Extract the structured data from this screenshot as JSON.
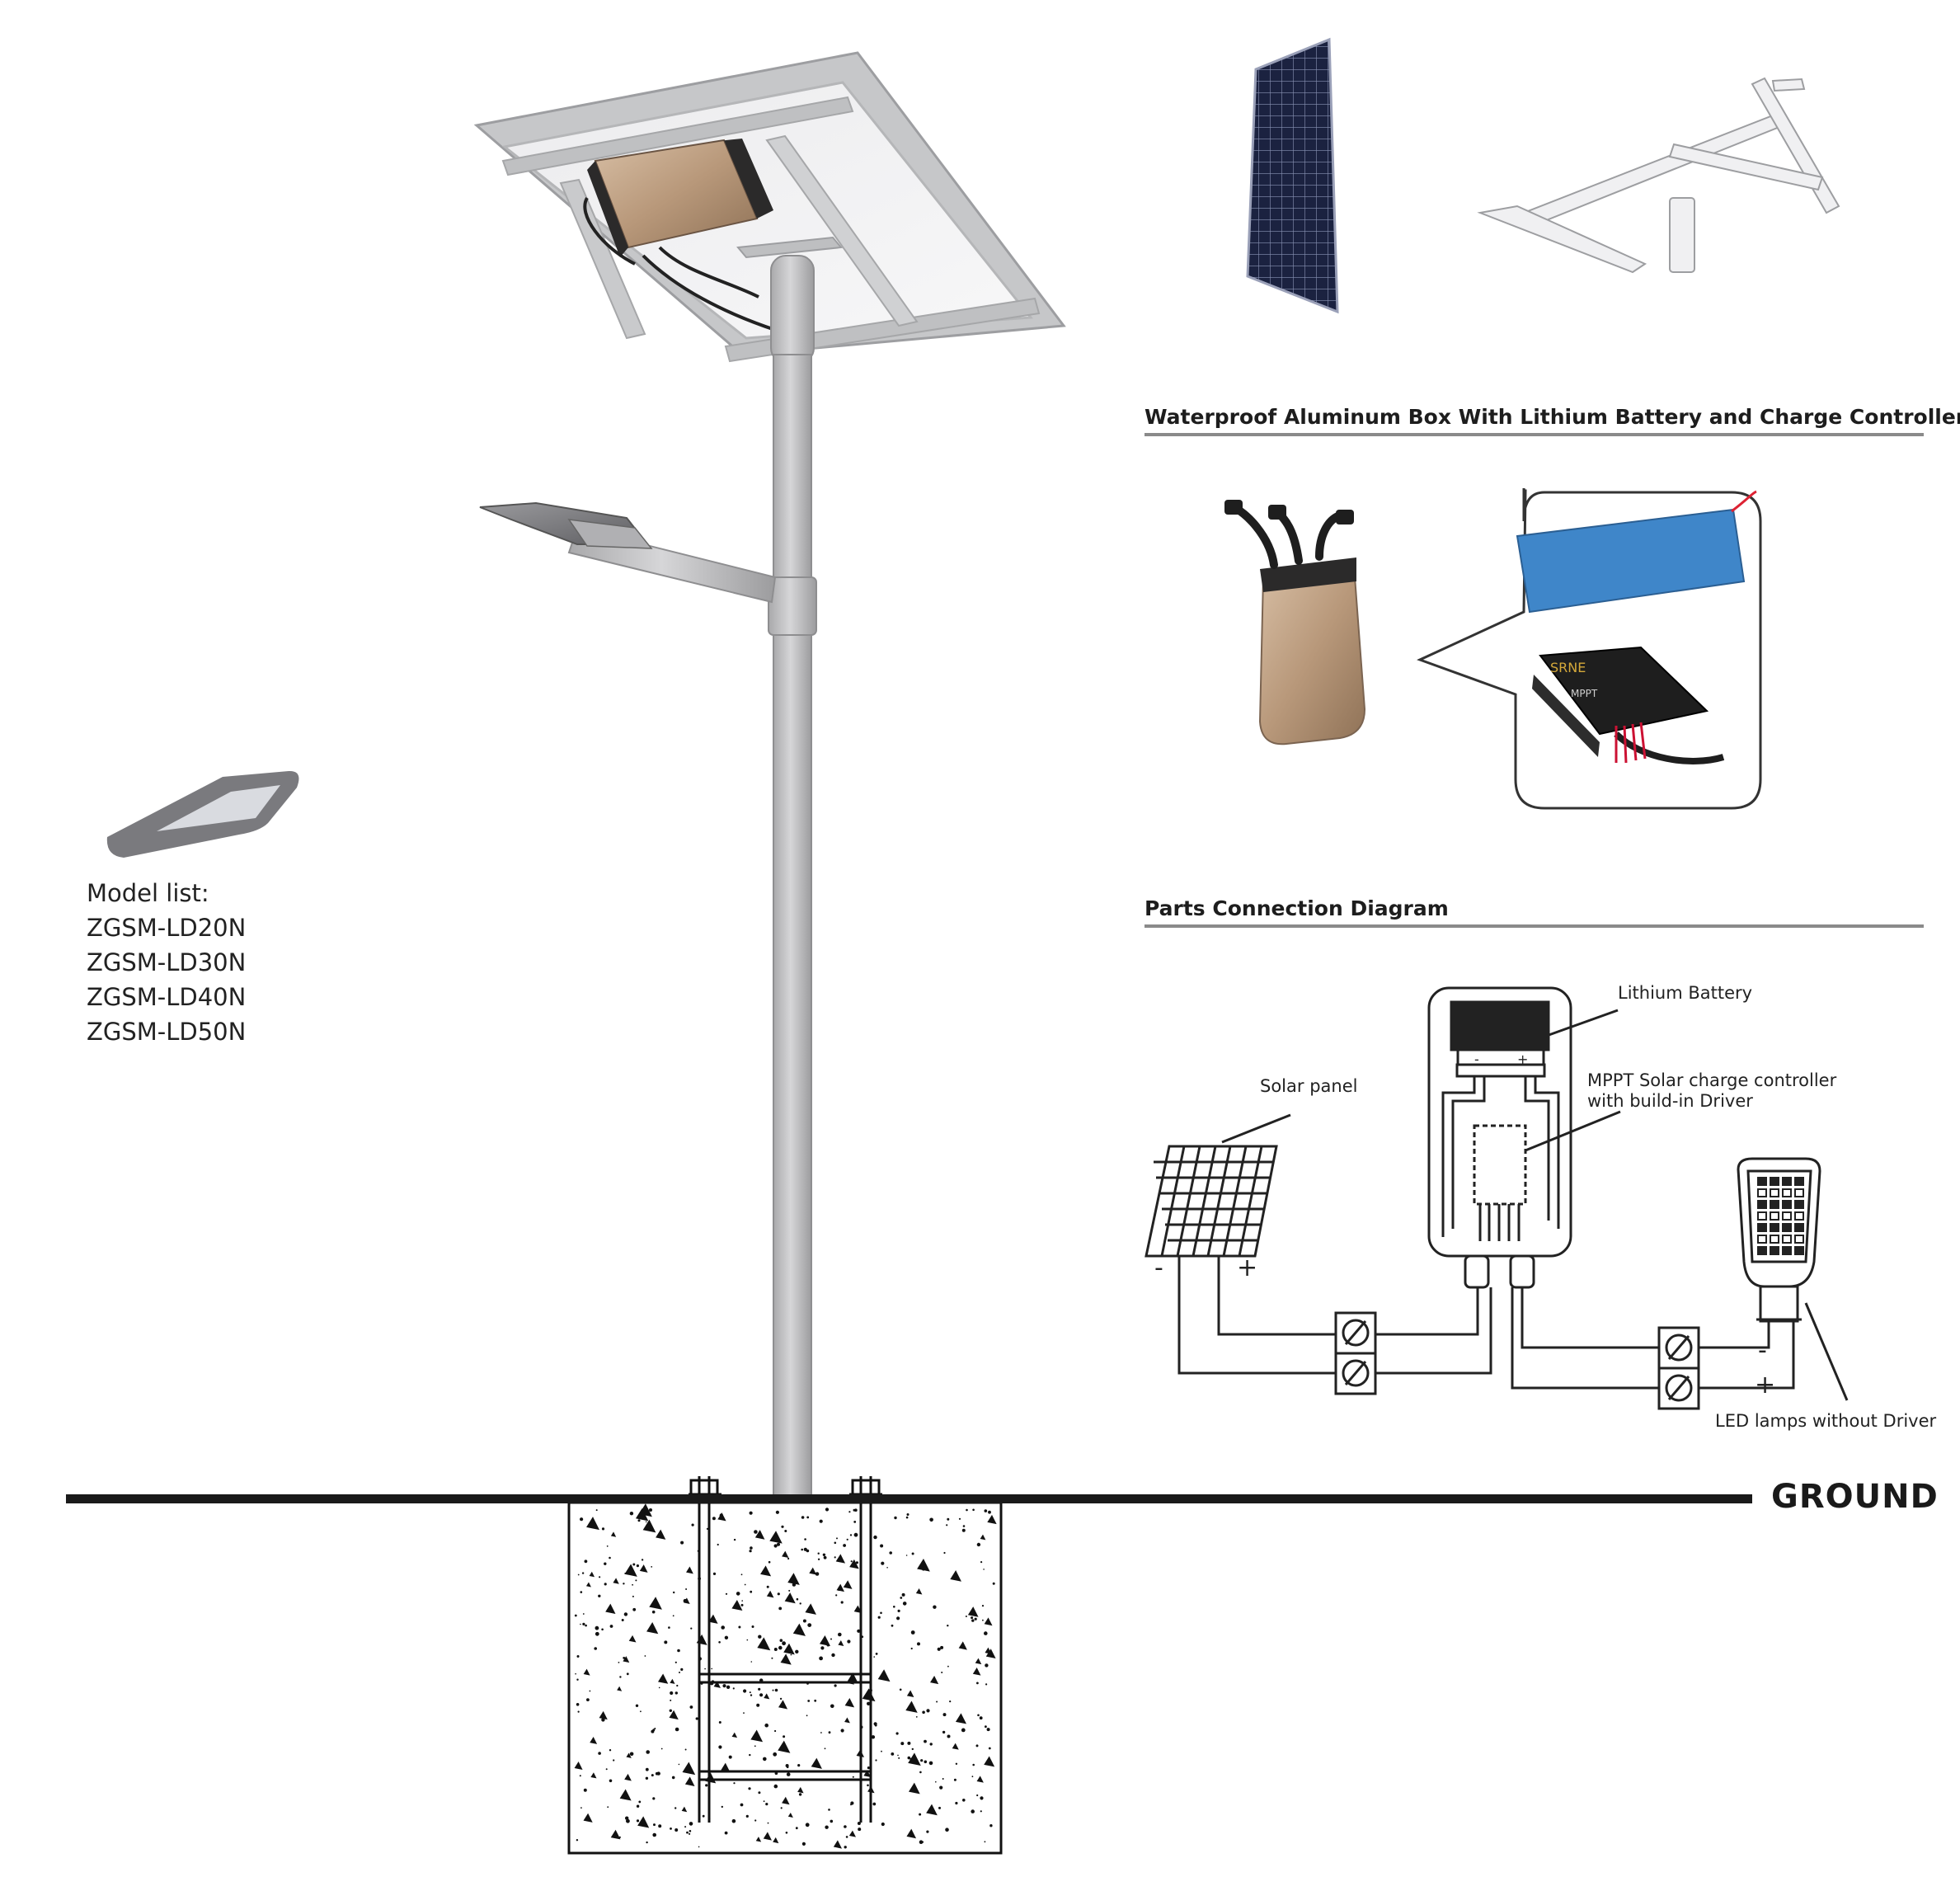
{
  "headings": {
    "box": "Waterproof Aluminum Box With Lithium Battery and Charge Controller",
    "diagram": "Parts Connection Diagram"
  },
  "models": {
    "title": "Model list:",
    "items": [
      "ZGSM-LD20N",
      "ZGSM-LD30N",
      "ZGSM-LD40N",
      "ZGSM-LD50N"
    ]
  },
  "diagram_labels": {
    "lithium_battery": "Lithium Battery",
    "controller_line1": "MPPT Solar charge controller",
    "controller_line2": "with build-in Driver",
    "solar_panel": "Solar panel",
    "led_lamps": "LED lamps without Driver",
    "panel_minus": "-",
    "panel_plus": "+",
    "lamp_minus": "-",
    "lamp_plus": "+"
  },
  "ground_label": "GROUND",
  "controller_brand": "SRNE",
  "controller_mppt": "MPPT",
  "colors": {
    "pole": "#c9c9cb",
    "frame": "#c6c7c9",
    "battery_box": "#b89a7c",
    "battery_pack": "#3f86c9",
    "solar_cell": "#1b2240",
    "concrete": "#ffffff",
    "rule": "#8a8a8a"
  }
}
